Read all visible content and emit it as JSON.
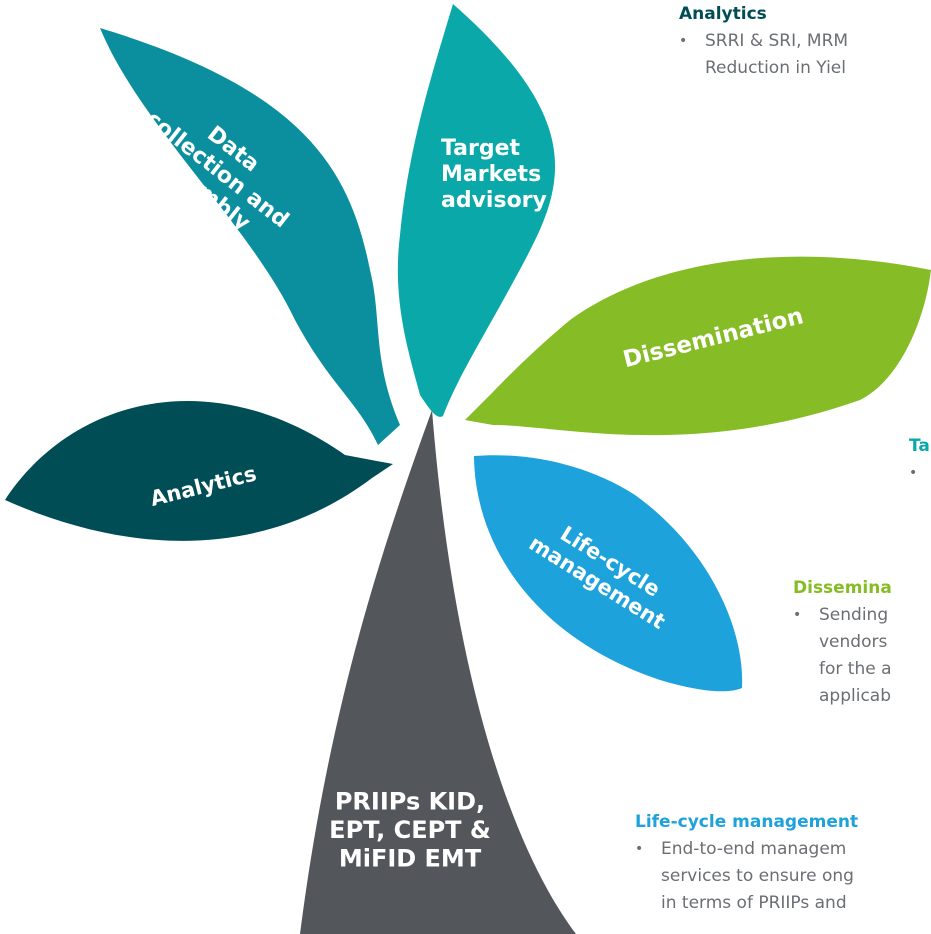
{
  "colors": {
    "analytics": "#014d56",
    "data_collection": "#0b8f9e",
    "target_markets": "#0aa8a8",
    "dissemination": "#86bc25",
    "life_cycle": "#1da2dc",
    "stem": "#53565a",
    "body_text": "#6b6e73"
  },
  "petals": {
    "data_collection": "Data\ncollection and\nassembly",
    "target_markets": "Target\nMarkets\nadvisory",
    "dissemination": "Dissemination",
    "analytics": "Analytics",
    "life_cycle": "Life-cycle\nmanagement",
    "stem": "PRIIPs KID,\nEPT, CEPT &\nMiFID EMT"
  },
  "sections": {
    "analytics": {
      "title": "Analytics",
      "lines": [
        "SRRI & SRI, MRM",
        "Reduction in Yiel"
      ]
    },
    "target_markets": {
      "title": "Ta",
      "lines": [
        ""
      ]
    },
    "dissemination": {
      "title": "Dissemina",
      "lines": [
        "Sending",
        "vendors",
        "for the a",
        "applicab"
      ]
    },
    "life_cycle": {
      "title": "Life-cycle management",
      "lines": [
        "End-to-end managem",
        "services to ensure ong",
        "in terms of PRIIPs and"
      ]
    }
  }
}
